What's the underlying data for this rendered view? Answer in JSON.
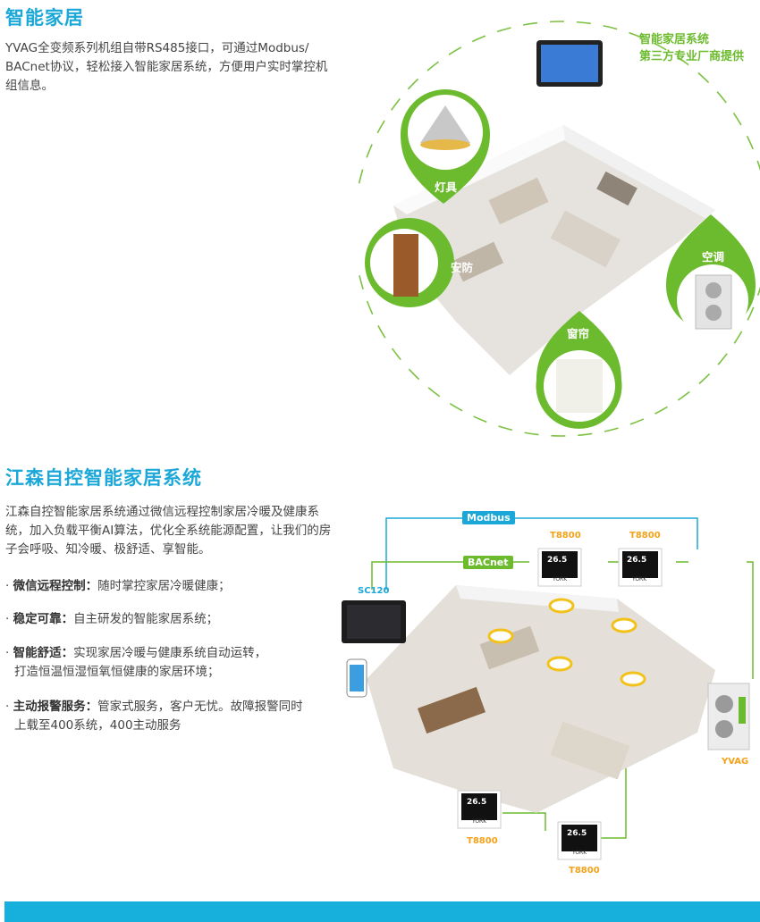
{
  "section1": {
    "title": "智能家居",
    "para": [
      "YVAG全变频系列机组自带RS485接口，可通过Modbus/",
      "BACnet协议，轻松接入智能家居系统，方便用户实时掌控机",
      "组信息。"
    ],
    "provider": [
      "智能家居系统",
      "第三方专业厂商提供"
    ],
    "pins": [
      "灯具",
      "安防",
      "空调",
      "窗帘"
    ]
  },
  "section2": {
    "title": "江森自控智能家居系统",
    "para": [
      "江森自控智能家居系统通过微信远程控制家居冷暖及健康系",
      "统，加入负载平衡AI算法，优化全系统能源配置，让我们的房",
      "子会呼吸、知冷暖、极舒适、享智能。"
    ],
    "bullets": [
      {
        "head": "微信远程控制：",
        "lines": [
          "随时掌控家居冷暖健康；"
        ]
      },
      {
        "head": "稳定可靠：",
        "lines": [
          "自主研发的智能家居系统；"
        ]
      },
      {
        "head": "智能舒适：",
        "lines": [
          "实现家居冷暖与健康系统自动运转，",
          "打造恒温恒湿恒氧恒健康的家居环境；"
        ]
      },
      {
        "head": "主动报警服务：",
        "lines": [
          "管家式服务，客户无忧。故障报警同时",
          "上载至400系统，400主动服务"
        ]
      }
    ],
    "labels": {
      "modbus": "Modbus",
      "bacnet": "BACnet",
      "sc120": "SC120",
      "yvag": "YVAG",
      "t8800": "T8800",
      "temp": "26.5",
      "brand": "YORK"
    }
  },
  "colors": {
    "blue": "#1ba8d9",
    "green": "#6cbb2e",
    "orange": "#f3a21a"
  }
}
